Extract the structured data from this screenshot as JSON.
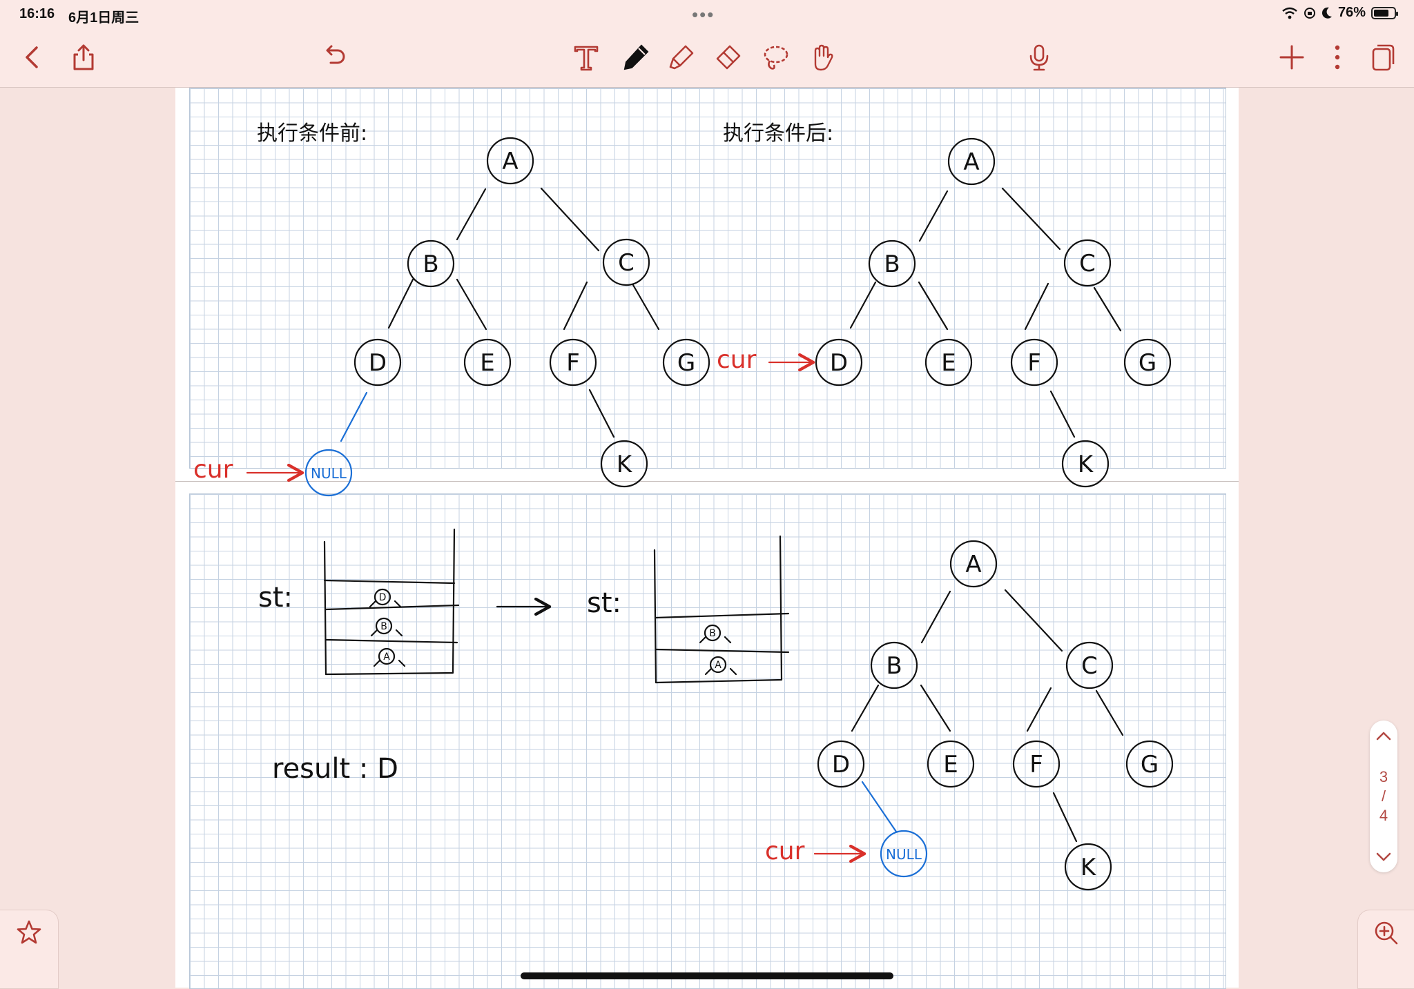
{
  "status_bar": {
    "time": "16:16",
    "date": "6月1日周三",
    "battery_percent": "76%",
    "battery_level": 0.76
  },
  "toolbar": {
    "left": [
      {
        "name": "back-button",
        "icon": "chevron-left-icon"
      },
      {
        "name": "share-button",
        "icon": "share-icon"
      },
      {
        "name": "undo-button",
        "icon": "undo-icon"
      }
    ],
    "tools": [
      {
        "name": "text-tool",
        "icon": "text-icon"
      },
      {
        "name": "pen-tool",
        "icon": "pen-icon"
      },
      {
        "name": "highlighter-tool",
        "icon": "highlighter-icon"
      },
      {
        "name": "eraser-tool",
        "icon": "eraser-icon"
      },
      {
        "name": "lasso-tool",
        "icon": "lasso-icon"
      },
      {
        "name": "hand-tool",
        "icon": "hand-icon"
      }
    ],
    "right": [
      {
        "name": "microphone-button",
        "icon": "microphone-icon"
      },
      {
        "name": "add-page-button",
        "icon": "plus-icon"
      },
      {
        "name": "more-button",
        "icon": "more-vertical-icon"
      },
      {
        "name": "pages-button",
        "icon": "pages-icon"
      }
    ],
    "accent_color": "#b33a33"
  },
  "notes": {
    "top_left_heading": "执行条件前:",
    "top_right_heading": "执行条件后:",
    "cur_label": "cur",
    "null_label": "NULL",
    "stack_label": "st:",
    "result_text": "result : D",
    "tree_nodes": [
      "A",
      "B",
      "C",
      "D",
      "E",
      "F",
      "G",
      "K"
    ],
    "stack_before": [
      "D",
      "B",
      "A"
    ],
    "stack_after": [
      "B",
      "A"
    ],
    "ink_color": "#111111",
    "cur_color": "#d9302a",
    "null_color": "#1b6fd6"
  },
  "pager": {
    "current": "3",
    "separator": "/",
    "total": "4"
  }
}
